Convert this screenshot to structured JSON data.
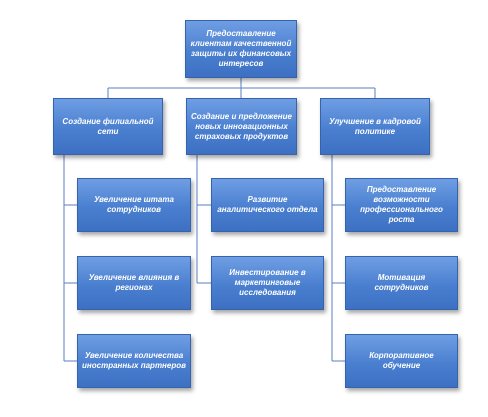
{
  "root": {
    "label": "Предоставление клиентам качественной защиты их финансовых интересов"
  },
  "branches": [
    {
      "label": "Создание филиальной сети",
      "children": [
        "Увеличение штата сотрудников",
        "Увеличение влияния в регионах",
        "Увеличение количества иностранных партнеров"
      ]
    },
    {
      "label": "Создание и предложение новых инновационных страховых продуктов",
      "children": [
        "Развитие аналитического отдела",
        "Инвестирование в маркетинговые исследования"
      ]
    },
    {
      "label": "Улучшение в кадровой политике",
      "children": [
        "Предоставление возможности профессионального роста",
        "Мотивация сотрудников",
        "Корпоративное обучение"
      ]
    }
  ],
  "colors": {
    "box_top": "#6f9ee3",
    "box_bottom": "#3d70c2",
    "connector": "#5b7fc0",
    "text": "#ffffff"
  }
}
